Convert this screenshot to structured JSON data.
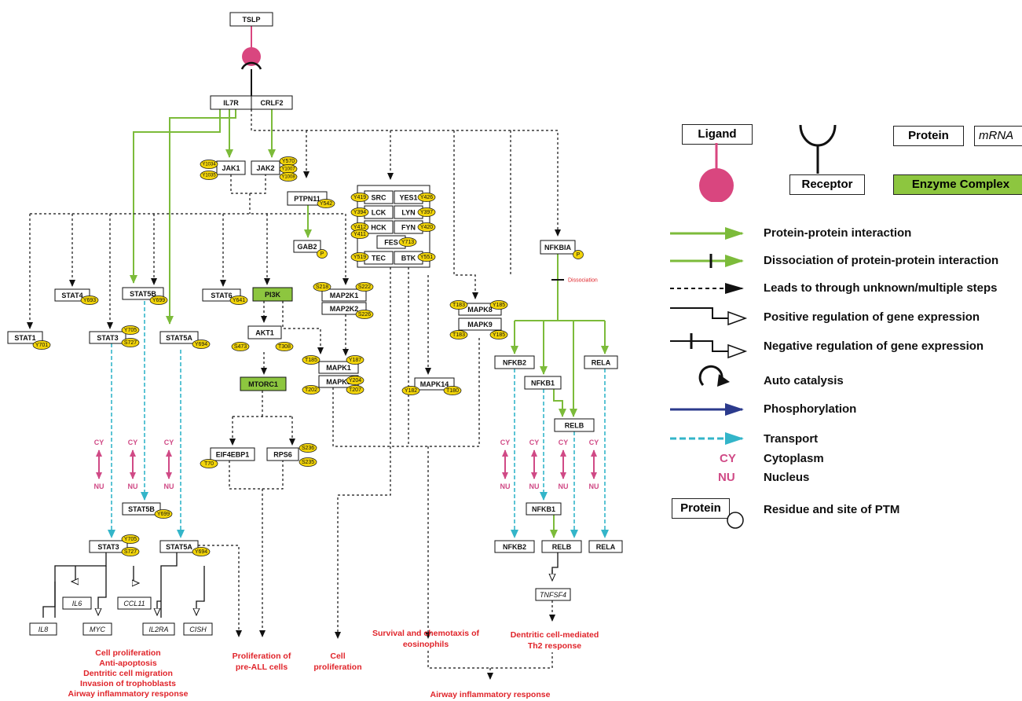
{
  "diagram": {
    "ligand": "TSLP",
    "receptor_left": "IL7R",
    "receptor_right": "CRLF2",
    "proteins": {
      "jak1": "JAK1",
      "jak2": "JAK2",
      "ptpn11": "PTPN11",
      "gab2": "GAB2",
      "src": "SRC",
      "yes1": "YES1",
      "lck": "LCK",
      "lyn": "LYN",
      "hck": "HCK",
      "fyn": "FYN",
      "fes": "FES",
      "tec": "TEC",
      "btk": "BTK",
      "nfkbia": "NFKBIA",
      "stat1": "STAT1",
      "stat4": "STAT4",
      "stat5b": "STAT5B",
      "stat3": "STAT3",
      "stat5a": "STAT5A",
      "stat6": "STAT6",
      "pi3k": "PI3K",
      "akt1": "AKT1",
      "mtorc1": "MTORC1",
      "eif4ebp1": "EIF4EBP1",
      "rps6": "RPS6",
      "map2k1": "MAP2K1",
      "map2k2": "MAP2K2",
      "mapk1": "MAPK1",
      "mapk3": "MAPK3",
      "mapk8": "MAPK8",
      "mapk9": "MAPK9",
      "mapk14": "MAPK14",
      "nfkb2": "NFKB2",
      "nfkb1": "NFKB1",
      "rela": "RELA",
      "relb": "RELB",
      "stat5b_nu": "STAT5B",
      "stat3_nu": "STAT3",
      "stat5a_nu": "STAT5A",
      "nfkb1_nu": "NFKB1",
      "nfkb2_nu": "NFKB2",
      "relb_nu": "RELB",
      "rela_nu": "RELA"
    },
    "residues": {
      "jak1_a": "Y1034",
      "jak1_b": "Y1035",
      "jak2_a": "Y570",
      "jak2_b": "Y1007",
      "jak2_c": "Y1008",
      "ptpn11": "Y542",
      "gab2": "P",
      "src": "Y419",
      "yes1": "Y426",
      "lck": "Y394",
      "lyn": "Y397",
      "hck": "Y412",
      "fyn": "Y420",
      "hck2": "Y411",
      "fes": "Y713",
      "tec": "Y519",
      "btk": "Y551",
      "nfkbia": "P",
      "stat1": "Y701",
      "stat4": "Y693",
      "stat5b": "Y699",
      "stat3_a": "Y705",
      "stat3_b": "S727",
      "stat5a": "Y694",
      "stat6": "Y641",
      "akt1_a": "S473",
      "akt1_b": "T308",
      "eif4ebp1": "T70",
      "rps6_a": "S236",
      "rps6_b": "S235",
      "map2k1_a": "S218",
      "map2k1_b": "S222",
      "map2k2": "S226",
      "mapk1_a": "T185",
      "mapk1_b": "Y187",
      "mapk3_a": "Y204",
      "mapk3_b": "T202",
      "mapk3_c": "T207",
      "mapk8_a": "T183",
      "mapk8_b": "Y185",
      "mapk9_a": "T183",
      "mapk9_b": "Y185",
      "mapk14_a": "Y182",
      "mapk14_b": "T180",
      "stat5b_nu": "Y699",
      "stat3_nu_a": "Y705",
      "stat3_nu_b": "S727",
      "stat5a_nu": "Y694"
    },
    "genes": {
      "il6": "IL6",
      "ccl11": "CCL11",
      "il8": "IL8",
      "myc": "MYC",
      "il2ra": "IL2RA",
      "cish": "CISH",
      "tnfsf4": "TNFSF4"
    },
    "location_cy": "CY",
    "location_nu": "NU",
    "dissociation_label": "Dissociation",
    "outcomes": {
      "stat3_1": "Cell proliferation",
      "stat3_2": "Anti-apoptosis",
      "stat3_3": "Dentritic cell migration",
      "stat3_4": "Invasion of trophoblasts",
      "stat3_5": "Airway inflammatory response",
      "prolif_1": "Proliferation of",
      "prolif_2": "pre-ALL cells",
      "cell_1": "Cell",
      "cell_2": "proliferation",
      "surv_1": "Survival and chemotaxis of",
      "surv_2": "eosinophils",
      "dc_1": "Dentritic cell-mediated",
      "dc_2": "Th2 response",
      "airway": "Airway inflammatory response"
    }
  },
  "legend": {
    "ligand": "Ligand",
    "receptor": "Receptor",
    "protein": "Protein",
    "mrna": "mRNA",
    "enzyme_complex": "Enzyme Complex",
    "ppi": "Protein-protein interaction",
    "dissociation": "Dissociation of protein-protein interaction",
    "unknown": "Leads to through unknown/multiple steps",
    "pos_reg": "Positive regulation of gene expression",
    "neg_reg": "Negative regulation of gene expression",
    "autocat": "Auto catalysis",
    "phos": "Phosphorylation",
    "transport": "Transport",
    "cy_code": "CY",
    "cy": "Cytoplasm",
    "nu_code": "NU",
    "nu": "Nucleus",
    "ptm_protein": "Protein",
    "ptm": "Residue and site of PTM"
  },
  "colors": {
    "ppi_green": "#7cbb3a",
    "enzyme_fill": "#8dc63f",
    "residue_fill": "#f2d40a",
    "ligand_pink": "#d9467f",
    "transport_cyan": "#33b5c9",
    "phos_blue": "#2b3a8c",
    "outcome_red": "#e0242a",
    "cynu_pink": "#d04a86"
  }
}
